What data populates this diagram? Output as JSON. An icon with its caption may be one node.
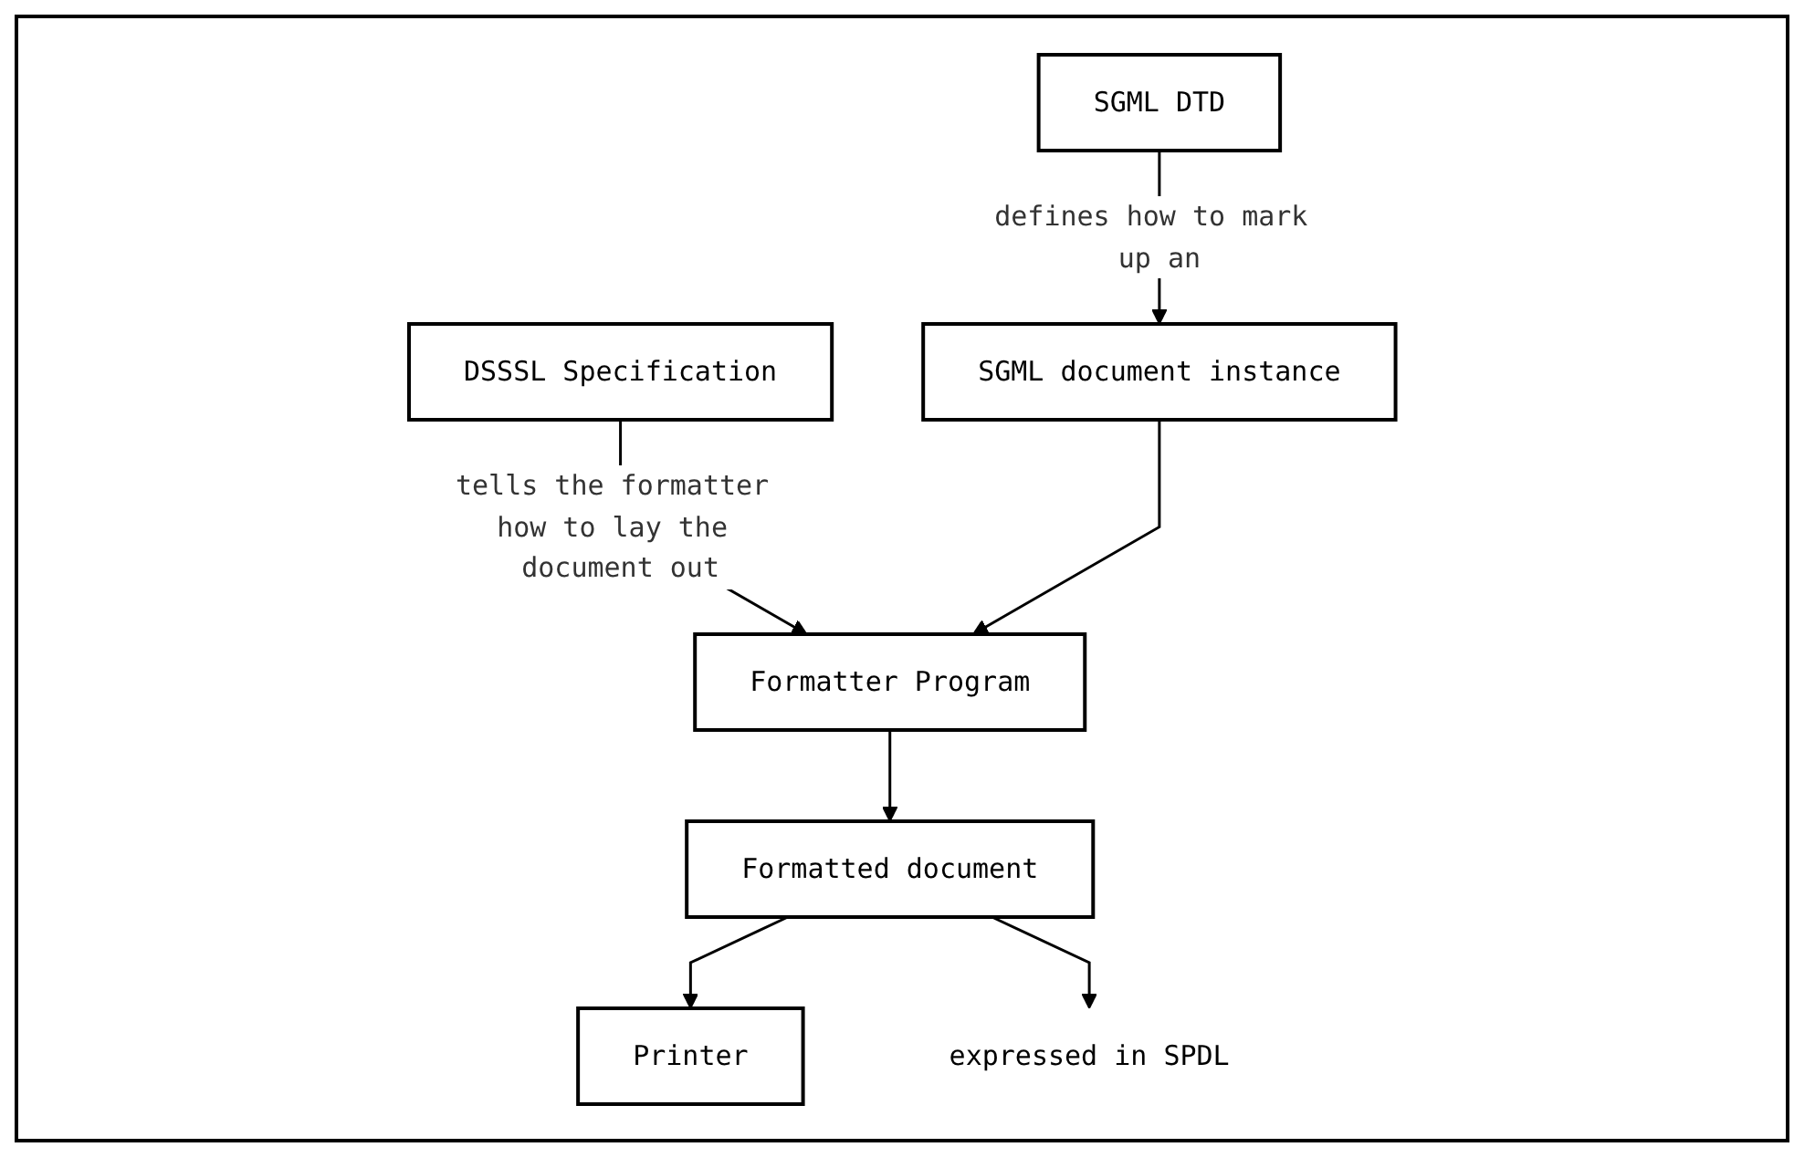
{
  "diagram": {
    "nodes": [
      {
        "text": [
          "SGML DTD"
        ]
      },
      {
        "text": [
          "DSSSL Specification"
        ]
      },
      {
        "text": [
          "SGML document instance"
        ]
      },
      {
        "text": [
          "Formatter Program"
        ]
      },
      {
        "text": [
          "Formatted document"
        ]
      },
      {
        "text": [
          "Printer"
        ]
      },
      {
        "text": [
          "expressed in SPDL"
        ]
      }
    ],
    "edges": [
      {
        "from": 0,
        "to": 2,
        "arrow": "to",
        "label": "defines how to mark up an"
      },
      {
        "from": 1,
        "to": 3,
        "arrow": "to",
        "label": "tells the formatter how to lay the document out"
      },
      {
        "from": 2,
        "to": 3,
        "arrow": "to"
      },
      {
        "from": 3,
        "to": 4,
        "arrow": "to"
      },
      {
        "from": 4,
        "to": 5,
        "arrow": "to"
      },
      {
        "from": 4,
        "to": 6,
        "arrow": "to"
      }
    ]
  }
}
